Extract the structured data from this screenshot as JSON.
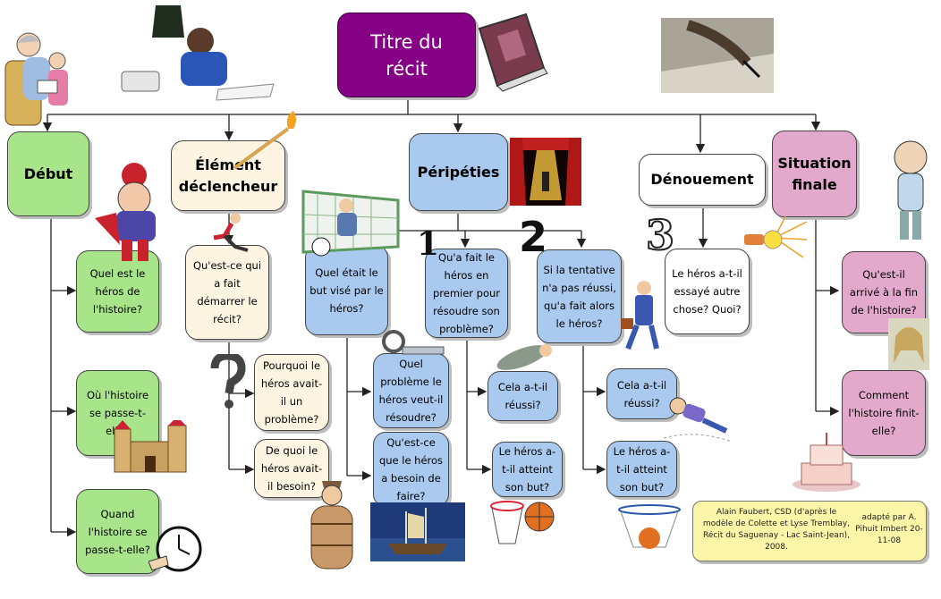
{
  "title": "Titre du récit",
  "columns": {
    "debut": {
      "label": "Début",
      "questions": [
        "Quel est le héros de l'histoire?",
        "Où l'histoire se passe-t-elle?",
        "Quand l'histoire se passe-t-elle?"
      ]
    },
    "element": {
      "label": "Élément déclencheur",
      "main_question": "Qu'est-ce qui a fait démarrer le récit?",
      "sub_questions": [
        "Pourquoi le héros avait-il un problème?",
        "De quoi le héros avait-il besoin?"
      ]
    },
    "peripeties": {
      "label": "Péripéties",
      "goal_question": "Quel était le but visé par le héros?",
      "goal_sub_questions": [
        "Quel problème le héros veut-il résoudre?",
        "Qu'est-ce que le héros a besoin de faire?"
      ],
      "step1": "Qu'a fait le héros en premier pour résoudre son problème?",
      "step1_checks": [
        "Cela a-t-il réussi?",
        "Le héros a-t-il atteint son but?"
      ],
      "step2": "Si la tentative n'a pas réussi, qu'a fait alors le héros?",
      "step2_checks": [
        "Cela a-t-il réussi?",
        "Le héros a-t-il atteint son but?"
      ],
      "numbers": [
        "1",
        "2"
      ]
    },
    "denouement": {
      "label": "Dénouement",
      "question": "Le héros a-t-il essayé autre chose? Quoi?",
      "number": "3"
    },
    "situation": {
      "label": "Situation finale",
      "questions": [
        "Qu'est-il arrivé à la fin de l'histoire?",
        "Comment l'histoire finit-elle?"
      ]
    }
  },
  "credit": {
    "text": "Alain Faubert, CSD (d'après le modèle de Colette et Lyse Tremblay, Récit du Saguenay - Lac Saint-Jean), 2008.",
    "adapted": "adapté par A. Pihuit Imbert 20-11-08"
  },
  "colors": {
    "title": "#850085",
    "green": "#a7e48a",
    "cream": "#fdf5e2",
    "blue": "#a9c9ee",
    "pink": "#e2a9cc",
    "note": "#fbf5a8"
  },
  "illustrations": [
    "grandmother-reading-icon",
    "girl-writing-icon",
    "book-icon",
    "hand-writing-icon",
    "match-icon",
    "knight-icon",
    "runner-icon",
    "goalkeeper-icon",
    "theater-stage-icon",
    "old-man-icon",
    "lightbulb-icon",
    "question-mark-icon",
    "keys-icon",
    "falling-man-icon",
    "businessman-icon",
    "sliding-kid-icon",
    "girl-portrait-icon",
    "castle-icon",
    "clock-icon",
    "barrel-man-icon",
    "ship-icon",
    "basket-icon",
    "basketball-icon",
    "cake-icon"
  ]
}
